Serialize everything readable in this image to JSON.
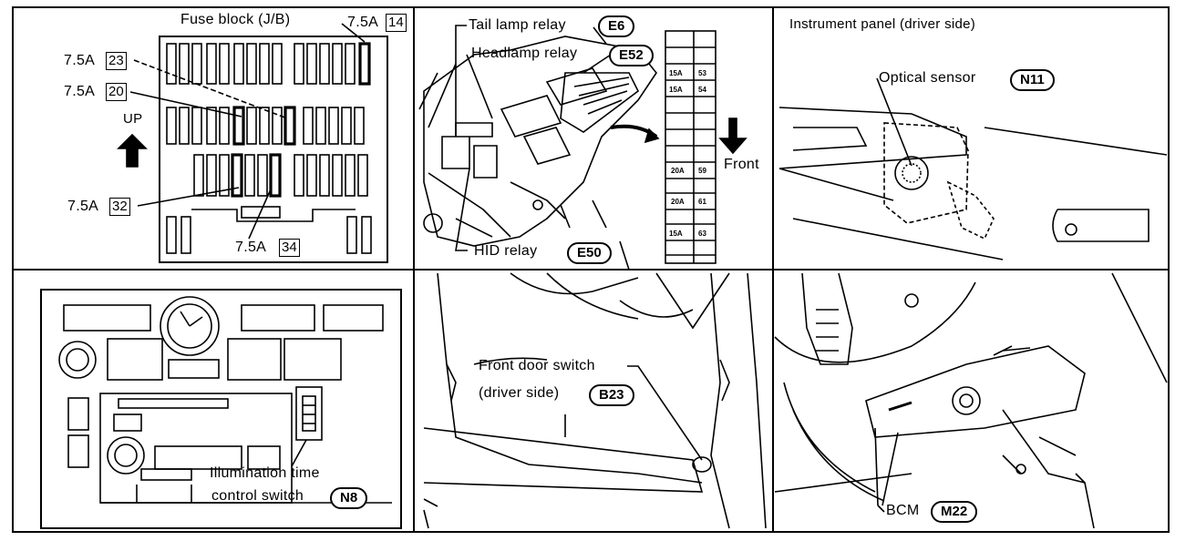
{
  "panels": {
    "fuse_block": {
      "title": "Fuse block (J/B)",
      "up_label": "UP",
      "fuses": [
        {
          "rating": "7.5A",
          "number": "14"
        },
        {
          "rating": "7.5A",
          "number": "23"
        },
        {
          "rating": "7.5A",
          "number": "20"
        },
        {
          "rating": "7.5A",
          "number": "32"
        },
        {
          "rating": "7.5A",
          "number": "34"
        }
      ]
    },
    "relay_box": {
      "tail_lamp_relay": {
        "label": "Tail lamp relay",
        "connector": "E6"
      },
      "headlamp_relay": {
        "label": "Headlamp relay",
        "connector": "E52"
      },
      "hid_relay": {
        "label": "HID relay",
        "connector": "E50"
      },
      "front_label": "Front",
      "fuse_cells": [
        {
          "rating": "15A",
          "number": "53"
        },
        {
          "rating": "15A",
          "number": "54"
        },
        {
          "rating": "20A",
          "number": "59"
        },
        {
          "rating": "20A",
          "number": "61"
        },
        {
          "rating": "15A",
          "number": "63"
        }
      ]
    },
    "instrument_panel": {
      "title": "Instrument panel (driver side)",
      "sensor_label": "Optical sensor",
      "connector": "N11"
    },
    "illumination": {
      "label_line1": "Illumination time",
      "label_line2": "control switch",
      "connector": "N8"
    },
    "door_switch": {
      "label_line1": "Front door switch",
      "label_line2": "(driver side)",
      "connector": "B23"
    },
    "bcm": {
      "label": "BCM",
      "connector": "M22"
    }
  }
}
